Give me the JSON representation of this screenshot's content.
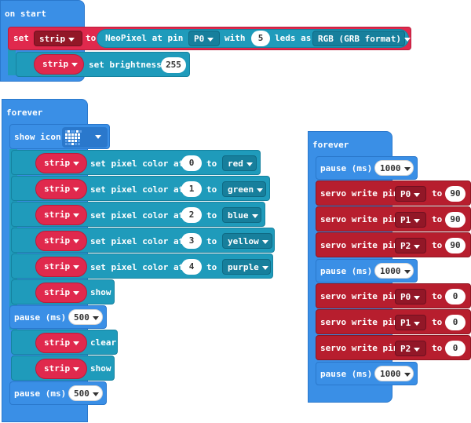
{
  "on_start": {
    "hat_label": "on start",
    "set_block": {
      "set_label": "set",
      "var_name": "strip",
      "to_label": "to",
      "neopixel_label": "NeoPixel at pin",
      "pin": "P0",
      "with_label": "with",
      "led_count": "5",
      "leds_as_label": "leds as",
      "format": "RGB (GRB format)"
    },
    "brightness_block": {
      "var_name": "strip",
      "label": "set brightness",
      "value": "255"
    }
  },
  "forever_left": {
    "hat_label": "forever",
    "show_icon_label": "show icon",
    "pixel_rows": [
      {
        "var_name": "strip",
        "label": "set pixel color at",
        "index": "0",
        "to_label": "to",
        "color": "red"
      },
      {
        "var_name": "strip",
        "label": "set pixel color at",
        "index": "1",
        "to_label": "to",
        "color": "green"
      },
      {
        "var_name": "strip",
        "label": "set pixel color at",
        "index": "2",
        "to_label": "to",
        "color": "blue"
      },
      {
        "var_name": "strip",
        "label": "set pixel color at",
        "index": "3",
        "to_label": "to",
        "color": "yellow"
      },
      {
        "var_name": "strip",
        "label": "set pixel color at",
        "index": "4",
        "to_label": "to",
        "color": "purple"
      }
    ],
    "show_1": {
      "var_name": "strip",
      "label": "show"
    },
    "pause_1": {
      "label": "pause (ms)",
      "value": "500"
    },
    "clear": {
      "var_name": "strip",
      "label": "clear"
    },
    "show_2": {
      "var_name": "strip",
      "label": "show"
    },
    "pause_2": {
      "label": "pause (ms)",
      "value": "500"
    }
  },
  "forever_right": {
    "hat_label": "forever",
    "pause_1": {
      "label": "pause (ms)",
      "value": "1000"
    },
    "servo_group_1": [
      {
        "label": "servo write pin",
        "pin": "P0",
        "to_label": "to",
        "value": "90"
      },
      {
        "label": "servo write pin",
        "pin": "P1",
        "to_label": "to",
        "value": "90"
      },
      {
        "label": "servo write pin",
        "pin": "P2",
        "to_label": "to",
        "value": "90"
      }
    ],
    "pause_2": {
      "label": "pause (ms)",
      "value": "1000"
    },
    "servo_group_2": [
      {
        "label": "servo write pin",
        "pin": "P0",
        "to_label": "to",
        "value": "0"
      },
      {
        "label": "servo write pin",
        "pin": "P1",
        "to_label": "to",
        "value": "0"
      },
      {
        "label": "servo write pin",
        "pin": "P2",
        "to_label": "to",
        "value": "0"
      }
    ],
    "pause_3": {
      "label": "pause (ms)",
      "value": "1000"
    }
  },
  "colors": {
    "loops": "#3a8fe6",
    "neopixel": "#1f9bbb",
    "variables": "#e0294d",
    "servo": "#b71e2e"
  },
  "icons": {
    "show_icon_value": "heart-icon",
    "dropdown": "triangle-down-icon"
  }
}
